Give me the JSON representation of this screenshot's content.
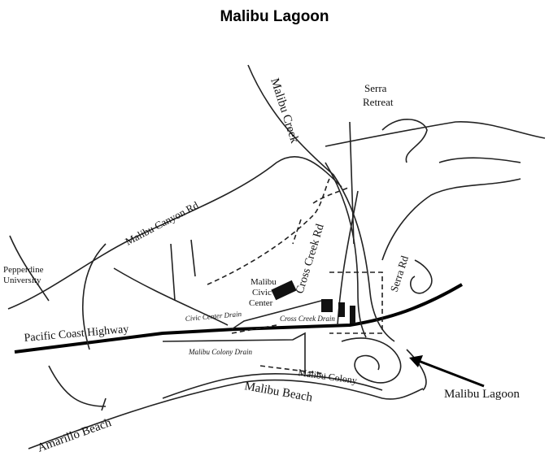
{
  "title": "Malibu Lagoon",
  "labels": {
    "malibu_creek": "Malibu Creek",
    "serra_retreat_1": "Serra",
    "serra_retreat_2": "Retreat",
    "malibu_canyon_rd": "Malibu Canyon Rd",
    "pepperdine_1": "Pepperdine",
    "pepperdine_2": "University",
    "civic_1": "Malibu",
    "civic_2": "Civic",
    "civic_3": "Center",
    "cross_creek_rd": "Cross Creek Rd",
    "serra_rd": "Serra Rd",
    "civic_center_drain": "Civic Center Drain",
    "cross_creek_drain": "Cross Creek Drain",
    "pch": "Pacific Coast Highway",
    "colony_drain": "Malibu Colony Drain",
    "malibu_colony": "Malibu Colony",
    "malibu_beach": "Malibu Beach",
    "malibu_lagoon": "Malibu Lagoon",
    "amarillo_beach": "Amarillo Beach"
  }
}
